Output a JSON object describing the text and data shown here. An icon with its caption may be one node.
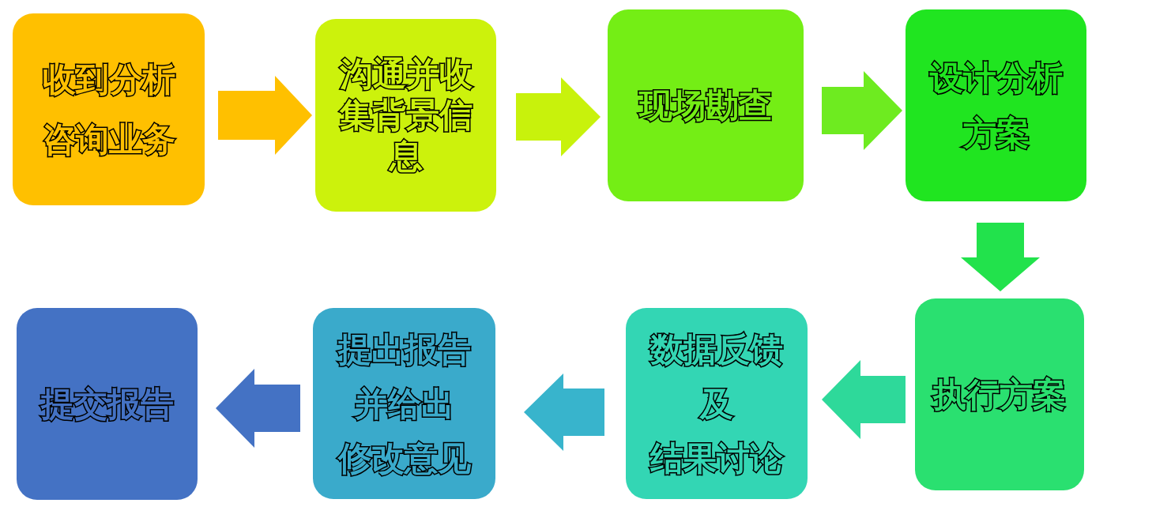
{
  "diagram": {
    "nodes": [
      {
        "text": [
          "收到分析咨询业务"
        ]
      },
      {
        "text": [
          "沟通并收集背景信息"
        ]
      },
      {
        "text": [
          "现场勘查"
        ]
      },
      {
        "text": [
          "设计分析方案"
        ]
      },
      {
        "text": [
          "执行方案"
        ]
      },
      {
        "text": [
          "数据反馈及结果讨论"
        ]
      },
      {
        "text": [
          "提出报告并给出修改意见"
        ]
      },
      {
        "text": [
          "提交报告"
        ]
      }
    ],
    "edges": [
      {
        "from": 0,
        "to": 1,
        "arrow": "to",
        "color": "#ffc000"
      },
      {
        "from": 1,
        "to": 2,
        "arrow": "to",
        "color": "#c8f20c"
      },
      {
        "from": 2,
        "to": 3,
        "arrow": "to",
        "color": "#6eeb20"
      },
      {
        "from": 3,
        "to": 4,
        "arrow": "to",
        "color": "#22e24c"
      },
      {
        "from": 4,
        "to": 5,
        "arrow": "to",
        "color": "#2ed99a"
      },
      {
        "from": 5,
        "to": 6,
        "arrow": "to",
        "color": "#38b4cc"
      },
      {
        "from": 6,
        "to": 7,
        "arrow": "to",
        "color": "#4472c4"
      }
    ]
  }
}
